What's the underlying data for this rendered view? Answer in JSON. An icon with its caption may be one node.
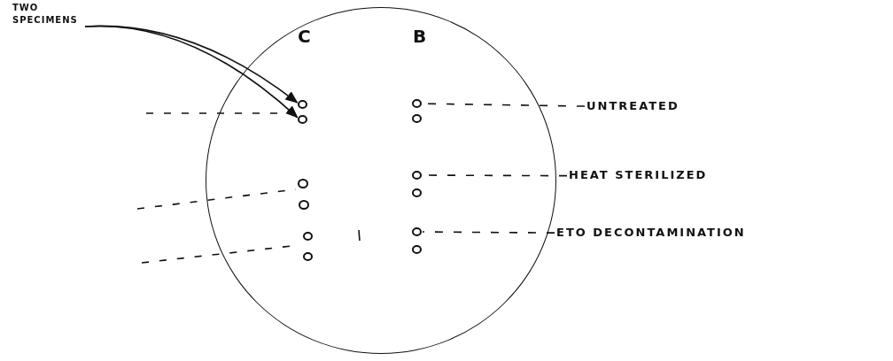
{
  "diagram": {
    "nodes": [
      {
        "text": [],
        "shape": "circle"
      },
      {
        "text": [
          "TWO SPECIMENS"
        ]
      },
      {
        "text": [],
        "shape": "circle",
        "in": 0
      },
      {
        "text": [],
        "shape": "circle",
        "in": 0
      },
      {
        "text": [],
        "shape": "circle",
        "in": 0
      },
      {
        "text": [],
        "shape": "circle",
        "in": 0
      },
      {
        "text": [],
        "shape": "circle",
        "in": 0
      },
      {
        "text": [],
        "shape": "circle",
        "in": 0
      },
      {
        "text": [],
        "shape": "circle",
        "in": 0
      },
      {
        "text": [],
        "shape": "circle",
        "in": 0
      },
      {
        "text": [],
        "shape": "circle",
        "in": 0
      },
      {
        "text": [],
        "shape": "circle",
        "in": 0
      },
      {
        "text": [],
        "shape": "circle",
        "in": 0
      },
      {
        "text": [],
        "shape": "circle",
        "in": 0
      },
      {
        "text": [
          "UNTREATED"
        ]
      },
      {
        "text": [
          "HEAT STERILIZED"
        ]
      },
      {
        "text": [
          "ETO DECONTAMINATION"
        ]
      }
    ],
    "edges": [
      {
        "from": 1,
        "to": 2,
        "arrow": "to"
      },
      {
        "from": 1,
        "to": 3,
        "arrow": "to"
      },
      {
        "from": 14,
        "to": 4,
        "arrow": "none",
        "style": "dashed"
      },
      {
        "from": 15,
        "to": 8,
        "arrow": "none",
        "style": "dashed"
      },
      {
        "from": 16,
        "to": 12,
        "arrow": "none",
        "style": "dashed"
      }
    ],
    "labels": [
      "C",
      "B"
    ]
  }
}
